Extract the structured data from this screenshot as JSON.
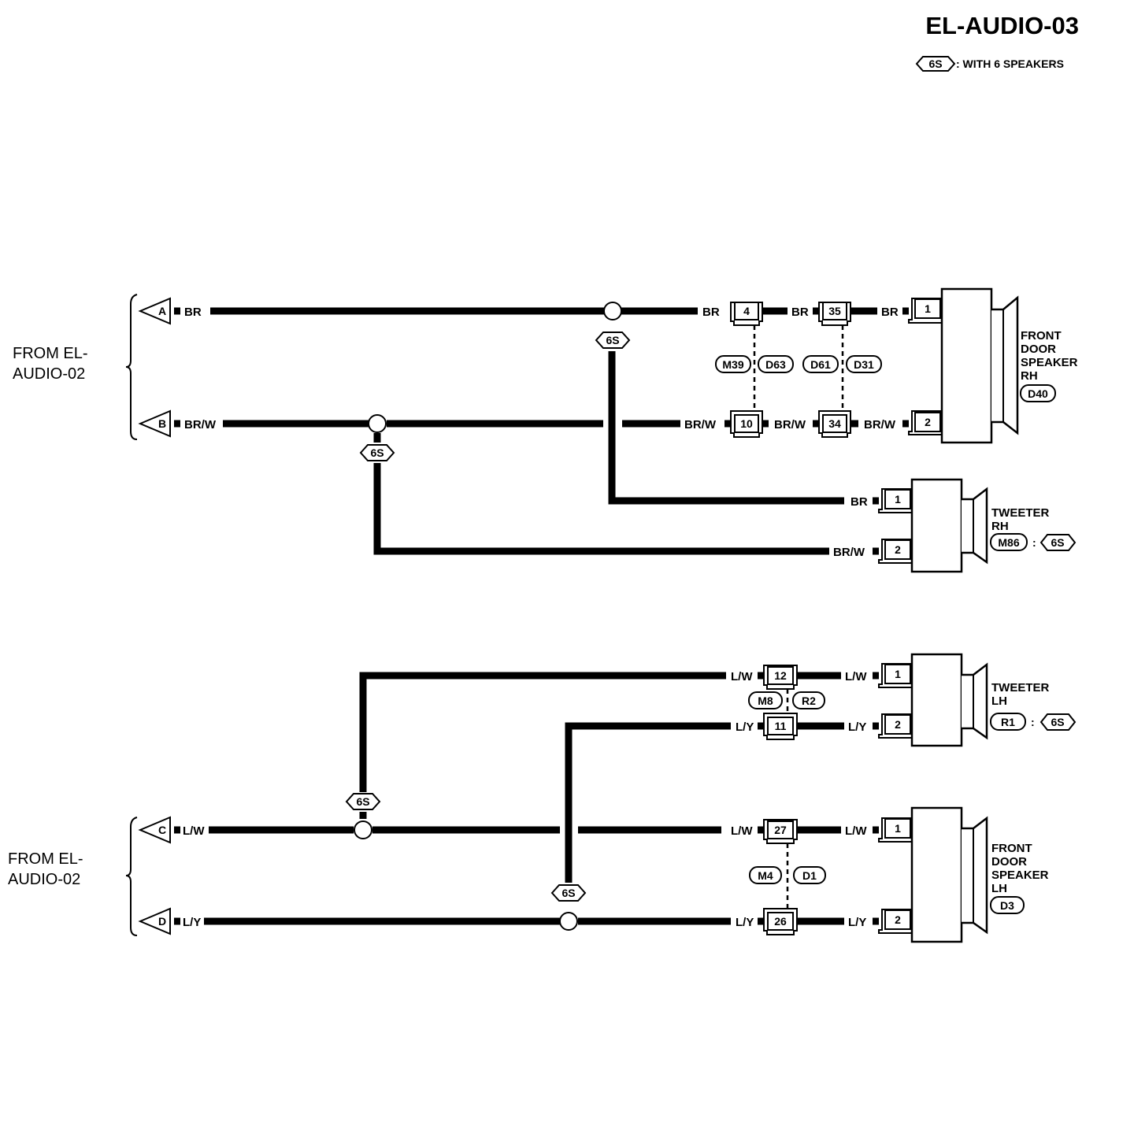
{
  "title": "EL-AUDIO-03",
  "legend": {
    "tag": "6S",
    "text": ": WITH 6 SPEAKERS"
  },
  "from_label_top": [
    "FROM EL-",
    "AUDIO-02"
  ],
  "from_label_bottom": [
    "FROM EL-",
    "AUDIO-02"
  ],
  "inputs": {
    "a": "A",
    "b": "B",
    "c": "C",
    "d": "D"
  },
  "wires": {
    "br": "BR",
    "brw": "BR/W",
    "lw": "L/W",
    "ly": "L/Y"
  },
  "option_tag": "6S",
  "connectors": {
    "m39": "M39",
    "d63": "D63",
    "d61": "D61",
    "d31": "D31",
    "m8": "M8",
    "r2": "R2",
    "m4": "M4",
    "d1": "D1",
    "d40": "D40",
    "m86": "M86",
    "r1": "R1",
    "d3": "D3"
  },
  "pins": {
    "p4": "4",
    "p10": "10",
    "p35": "35",
    "p34": "34",
    "p12": "12",
    "p11": "11",
    "p27": "27",
    "p26": "26",
    "one": "1",
    "two": "2"
  },
  "components": {
    "front_rh": [
      "FRONT",
      "DOOR",
      "SPEAKER",
      "RH"
    ],
    "tweeter_rh": [
      "TWEETER",
      "RH"
    ],
    "tweeter_lh": [
      "TWEETER",
      "LH"
    ],
    "front_lh": [
      "FRONT",
      "DOOR",
      "SPEAKER",
      "LH"
    ]
  },
  "colon": ":"
}
